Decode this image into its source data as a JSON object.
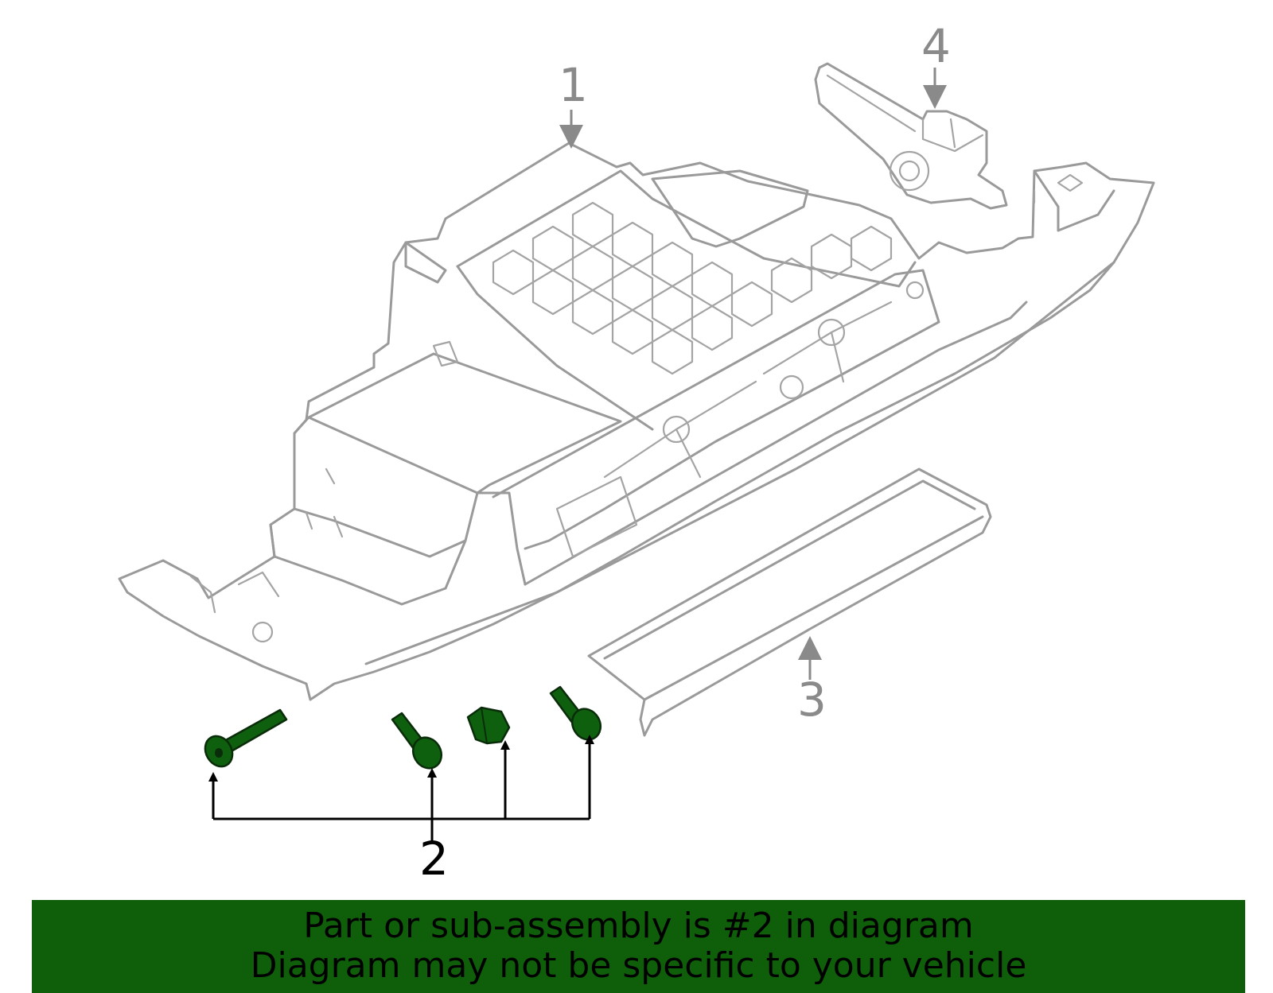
{
  "callouts": {
    "c1": "1",
    "c2": "2",
    "c3": "3",
    "c4": "4"
  },
  "banner": {
    "line1": "Part or sub-assembly is #2 in diagram",
    "line2": "Diagram may not be specific to your vehicle"
  },
  "colors": {
    "banner_bg": "#0f5f0a",
    "highlight_part": "#0e5f0e",
    "line_art": "#9a9a9a",
    "callout_grey": "#8a8a8a",
    "callout_black": "#000000"
  }
}
